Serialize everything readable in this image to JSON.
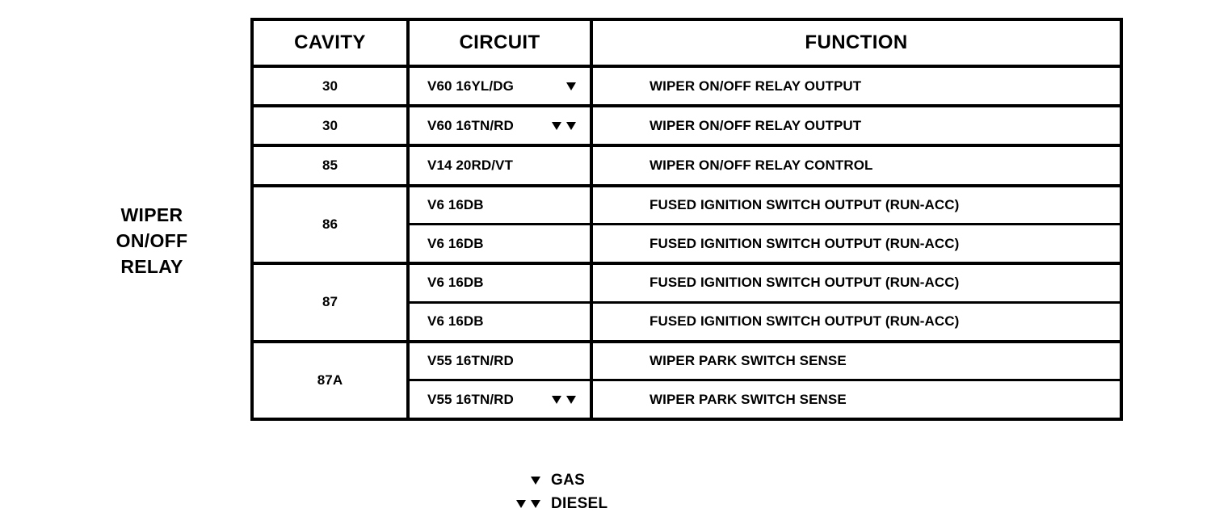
{
  "component": {
    "label_lines": [
      "WIPER",
      "ON/OFF",
      "RELAY"
    ]
  },
  "table": {
    "headers": {
      "cavity": "CAVITY",
      "circuit": "CIRCUIT",
      "function": "FUNCTION"
    },
    "rows": [
      {
        "cavity": "30",
        "cavity_rowspan": 1,
        "circuit": "V60 16YL/DG",
        "markers": 1,
        "function": "WIPER ON/OFF RELAY OUTPUT",
        "group_start": true
      },
      {
        "cavity": "30",
        "cavity_rowspan": 1,
        "circuit": "V60 16TN/RD",
        "markers": 2,
        "function": "WIPER ON/OFF RELAY OUTPUT",
        "group_start": true
      },
      {
        "cavity": "85",
        "cavity_rowspan": 1,
        "circuit": "V14 20RD/VT",
        "markers": 0,
        "function": "WIPER ON/OFF RELAY CONTROL",
        "group_start": true
      },
      {
        "cavity": "86",
        "cavity_rowspan": 2,
        "circuit": "V6 16DB",
        "markers": 0,
        "function": "FUSED IGNITION SWITCH OUTPUT (RUN-ACC)",
        "group_start": true
      },
      {
        "cavity": null,
        "cavity_rowspan": 0,
        "circuit": "V6 16DB",
        "markers": 0,
        "function": "FUSED IGNITION SWITCH OUTPUT (RUN-ACC)",
        "group_start": false
      },
      {
        "cavity": "87",
        "cavity_rowspan": 2,
        "circuit": "V6 16DB",
        "markers": 0,
        "function": "FUSED IGNITION SWITCH OUTPUT (RUN-ACC)",
        "group_start": true
      },
      {
        "cavity": null,
        "cavity_rowspan": 0,
        "circuit": "V6 16DB",
        "markers": 0,
        "function": "FUSED IGNITION SWITCH OUTPUT (RUN-ACC)",
        "group_start": false
      },
      {
        "cavity": "87A",
        "cavity_rowspan": 2,
        "circuit": "V55 16TN/RD",
        "markers": 0,
        "function": "WIPER PARK SWITCH SENSE",
        "group_start": true
      },
      {
        "cavity": null,
        "cavity_rowspan": 0,
        "circuit": "V55 16TN/RD",
        "markers": 2,
        "function": "WIPER PARK SWITCH SENSE",
        "group_start": false
      }
    ]
  },
  "legend": [
    {
      "markers": 1,
      "label": "GAS"
    },
    {
      "markers": 2,
      "label": "DIESEL"
    }
  ]
}
